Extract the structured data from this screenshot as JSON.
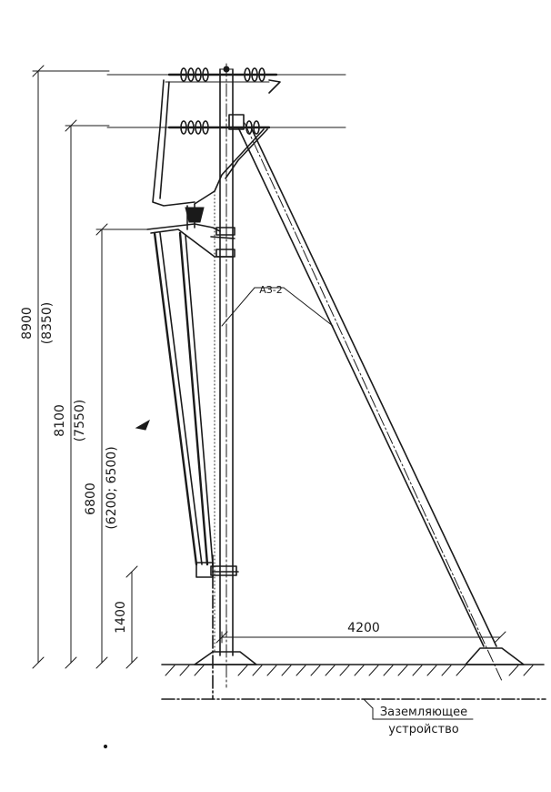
{
  "dimensions": {
    "total_height": "8900",
    "total_height_alt": "(8350)",
    "upper_crossarm": "8100",
    "upper_crossarm_alt": "(7550)",
    "lower_equipment": "6800",
    "lower_equipment_alt": "(6200; 6500)",
    "drive_height": "1400",
    "strut_spacing": "4200"
  },
  "labels": {
    "cable_mark": "АЗ-2",
    "grounding_line1": "Заземляющее",
    "grounding_line2": "устройство"
  }
}
